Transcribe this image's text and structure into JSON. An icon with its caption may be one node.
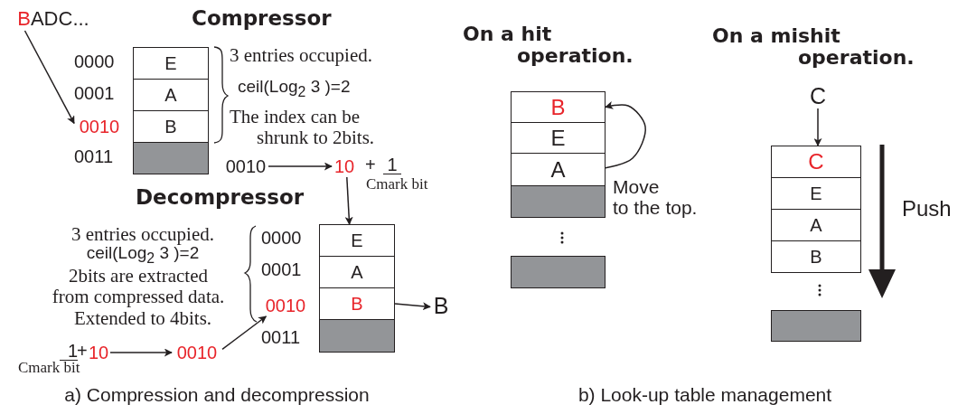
{
  "diagram": {
    "nodes": [
      {
        "text": [
          "BADC..."
        ]
      },
      {
        "text": [
          "0010"
        ]
      },
      {
        "text": [
          "E"
        ]
      },
      {
        "text": [
          "A"
        ]
      },
      {
        "text": [
          "B"
        ]
      },
      {
        "text": [],
        "shape": "box"
      },
      {
        "text": [
          "0010"
        ]
      },
      {
        "text": [
          "10"
        ]
      },
      {
        "text": [
          "E"
        ]
      },
      {
        "text": [
          "A"
        ]
      },
      {
        "text": [
          "B"
        ]
      },
      {
        "text": [],
        "shape": "box"
      },
      {
        "text": [
          "0010"
        ]
      },
      {
        "text": [
          "B"
        ]
      },
      {
        "text": [
          "10"
        ]
      },
      {
        "text": [
          "0010"
        ]
      },
      {
        "text": [
          "B"
        ]
      },
      {
        "text": [
          "E"
        ]
      },
      {
        "text": [
          "A"
        ]
      },
      {
        "text": [],
        "shape": "box"
      },
      {
        "text": [],
        "shape": "box"
      },
      {
        "text": [
          "C"
        ]
      },
      {
        "text": [
          "C"
        ]
      },
      {
        "text": [
          "E"
        ]
      },
      {
        "text": [
          "A"
        ]
      },
      {
        "text": [
          "B"
        ]
      },
      {
        "text": [],
        "shape": "box"
      }
    ],
    "edges": [
      {
        "from": 0,
        "to": 1,
        "arrow": "to"
      },
      {
        "from": 6,
        "to": 7,
        "arrow": "to"
      },
      {
        "from": 7,
        "to": 8,
        "arrow": "to"
      },
      {
        "from": 10,
        "to": 13,
        "arrow": "to"
      },
      {
        "from": 14,
        "to": 15,
        "arrow": "to"
      },
      {
        "from": 15,
        "to": 12,
        "arrow": "to"
      },
      {
        "from": 18,
        "to": 16,
        "arrow": "to"
      },
      {
        "from": 21,
        "to": 22,
        "arrow": "to"
      }
    ],
    "labels": [
      "Compressor",
      "0000",
      "0001",
      "0011",
      "3 entries occupied.",
      "ceil(Log$_{2}$ 3 )=2",
      "The index can be shrunk to 2bits.",
      "+",
      "1",
      "Cmark bit",
      "Decompressor",
      "3 entries occupied.",
      "ceil(Log$_{2}$ 3 )=2",
      "2bits are extracted from compressed data.",
      "Extended to 4bits.",
      "0000",
      "0001",
      "0011",
      "1",
      "+",
      "Cmark bit",
      "a) Compression and decompression",
      "On a hit operation.",
      "Move to the top.",
      "On a mishit operation.",
      "Push",
      "b) Look-up table management"
    ]
  }
}
